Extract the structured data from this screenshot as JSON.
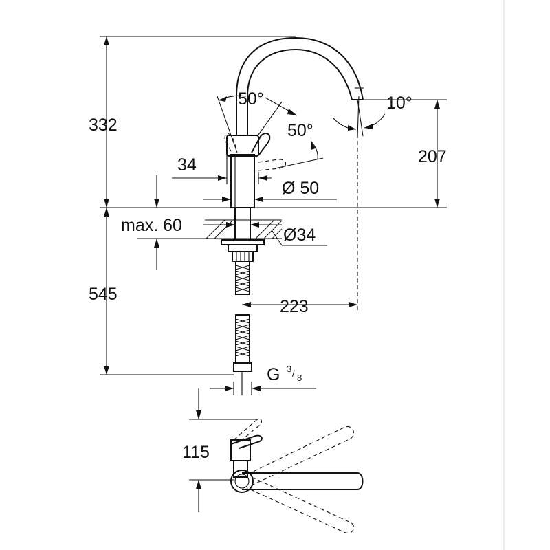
{
  "labels": {
    "height_total": "332",
    "angle_lever_left": "50°",
    "angle_spout": "10°",
    "angle_lever_right": "50°",
    "lever_width": "34",
    "height_spout": "207",
    "diameter_body": "Ø 50",
    "max_thickness": "max. 60",
    "diameter_hole": "Ø34",
    "hose_length": "545",
    "spout_reach": "223",
    "connection_prefix": "G",
    "connection_num": "3",
    "connection_sep": "/",
    "connection_den": "8",
    "lever_height_top": "115"
  },
  "colors": {
    "line": "#111111",
    "background": "#ffffff"
  }
}
